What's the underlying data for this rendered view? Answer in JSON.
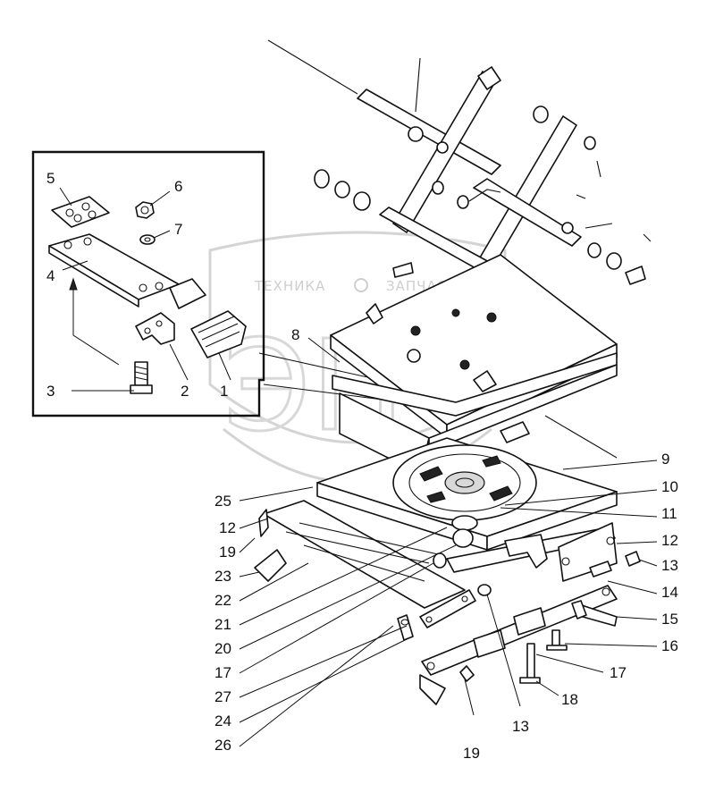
{
  "watermark": {
    "text_left": "ТЕХНИКА",
    "text_right": "ЗАПЧАСТИ",
    "logo_letters": "ЭПФ"
  },
  "callouts": {
    "c1": "1",
    "c2": "2",
    "c3": "3",
    "c4": "4",
    "c5": "5",
    "c6": "6",
    "c7": "7",
    "c8": "8",
    "c9": "9",
    "c10": "10",
    "c11": "11",
    "c12a": "12",
    "c12b": "12",
    "c13a": "13",
    "c13b": "13",
    "c14": "14",
    "c15": "15",
    "c16": "16",
    "c17a": "17",
    "c17b": "17",
    "c18": "18",
    "c19a": "19",
    "c19b": "19",
    "c20": "20",
    "c21": "21",
    "c22": "22",
    "c23": "23",
    "c24": "24",
    "c25": "25",
    "c26": "26",
    "c27": "27"
  }
}
